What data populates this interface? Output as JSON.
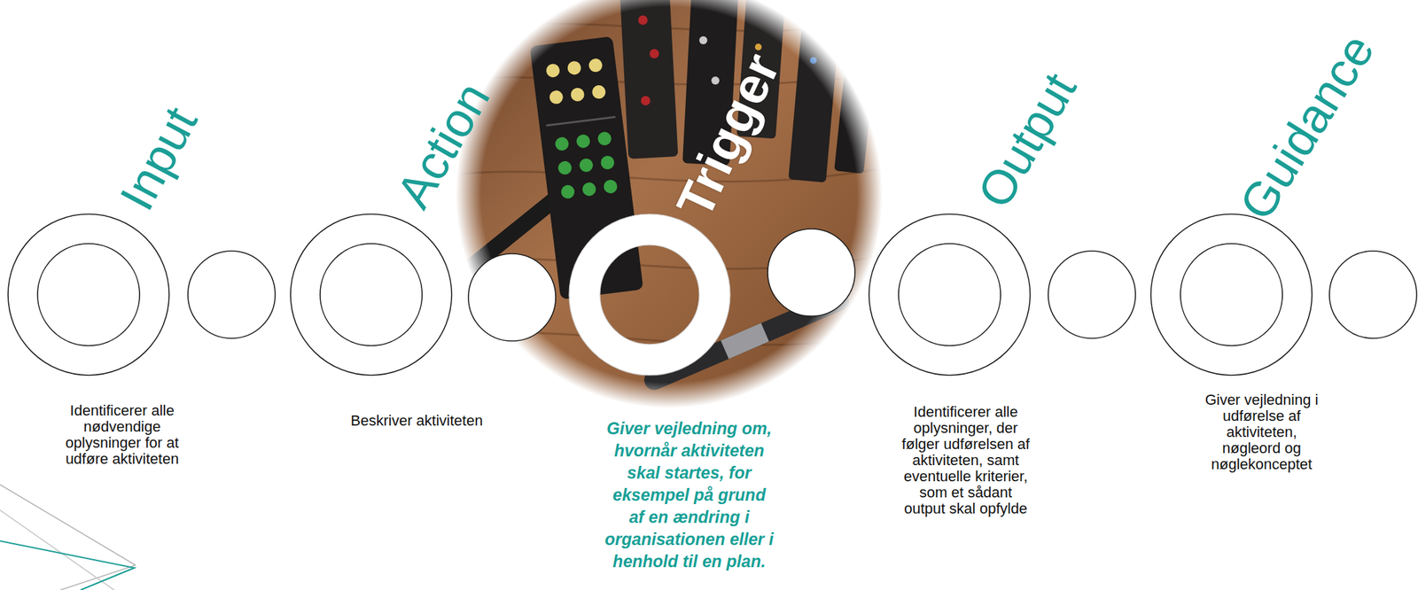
{
  "diagram": {
    "nodes": [
      {
        "text": [
          "Input",
          "Identificerer alle nødvendige oplysninger for at udføre aktiviteten"
        ]
      },
      {
        "text": [
          "Action",
          "Beskriver aktiviteten"
        ]
      },
      {
        "text": [
          "Trigger",
          "Giver vejledning om, hvornår aktiviteten skal startes, for eksempel på grund af en ændring i organisationen eller i henhold til en plan."
        ]
      },
      {
        "text": [
          "Output",
          "Identificerer alle oplysninger, der følger udførelsen af aktiviteten, samt eventuelle kriterier, som et sådant output skal opfylde"
        ]
      },
      {
        "text": [
          "Guidance",
          "Giver vejledning i udførelse af aktiviteten, nøgleord og nøglekonceptet"
        ]
      }
    ]
  }
}
